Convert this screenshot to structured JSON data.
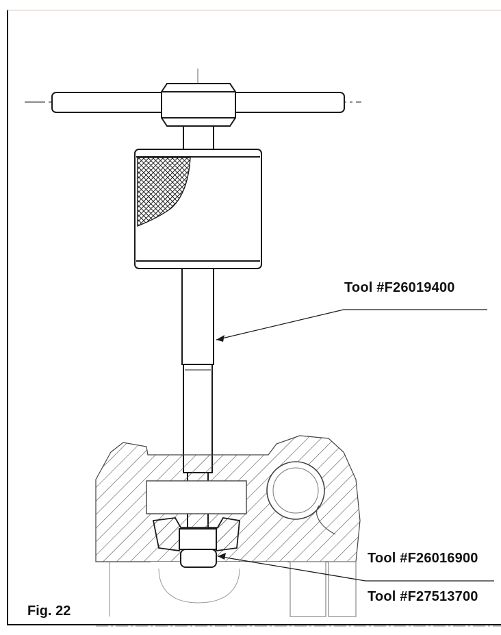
{
  "figure": {
    "label": "Fig. 22"
  },
  "callouts": [
    {
      "text": "Tool #F26019400"
    },
    {
      "text": "Tool #F26016900"
    },
    {
      "text": "Tool #F27513700"
    }
  ],
  "colors": {
    "line": "#1a1a1a",
    "hatch": "#333333",
    "paper": "#ffffff"
  }
}
